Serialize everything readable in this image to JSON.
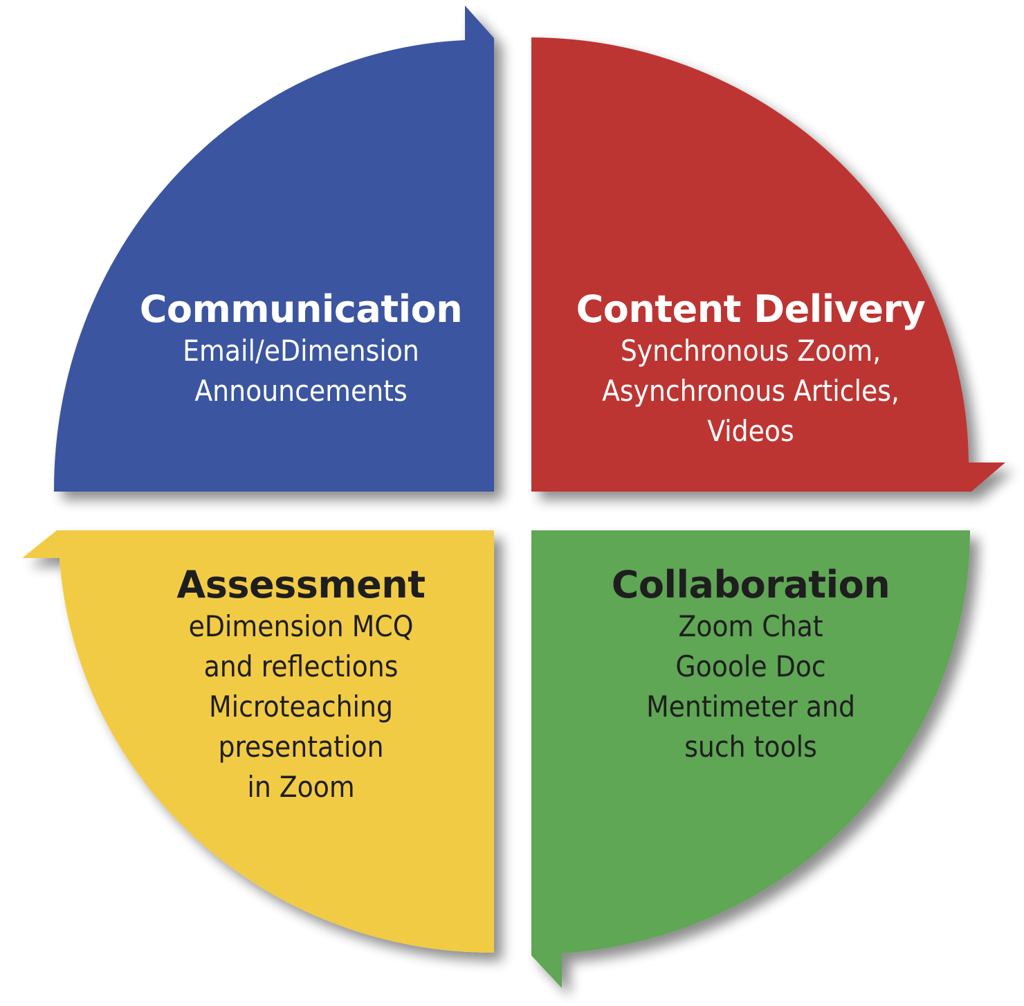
{
  "colors": {
    "communication": "#3A55A0",
    "content_delivery": "#BD3530",
    "assessment": "#F2CB44",
    "collaboration": "#5EA654",
    "text_light": "#FFFFFF",
    "text_dark": "#1E1E1E",
    "shadow": "#000000"
  },
  "quadrants": {
    "communication": {
      "title": "Communication",
      "lines": [
        "Email/eDimension",
        "Announcements"
      ]
    },
    "content_delivery": {
      "title": "Content Delivery",
      "lines": [
        "Synchronous Zoom,",
        "Asynchronous Articles,",
        "Videos"
      ]
    },
    "assessment": {
      "title": "Assessment",
      "lines": [
        "eDimension MCQ",
        "and reflections",
        "Microteaching",
        "presentation",
        "in Zoom"
      ]
    },
    "collaboration": {
      "title": "Collaboration",
      "lines": [
        "Zoom Chat",
        "Gooole Doc",
        "Mentimeter and",
        "such tools"
      ]
    }
  }
}
